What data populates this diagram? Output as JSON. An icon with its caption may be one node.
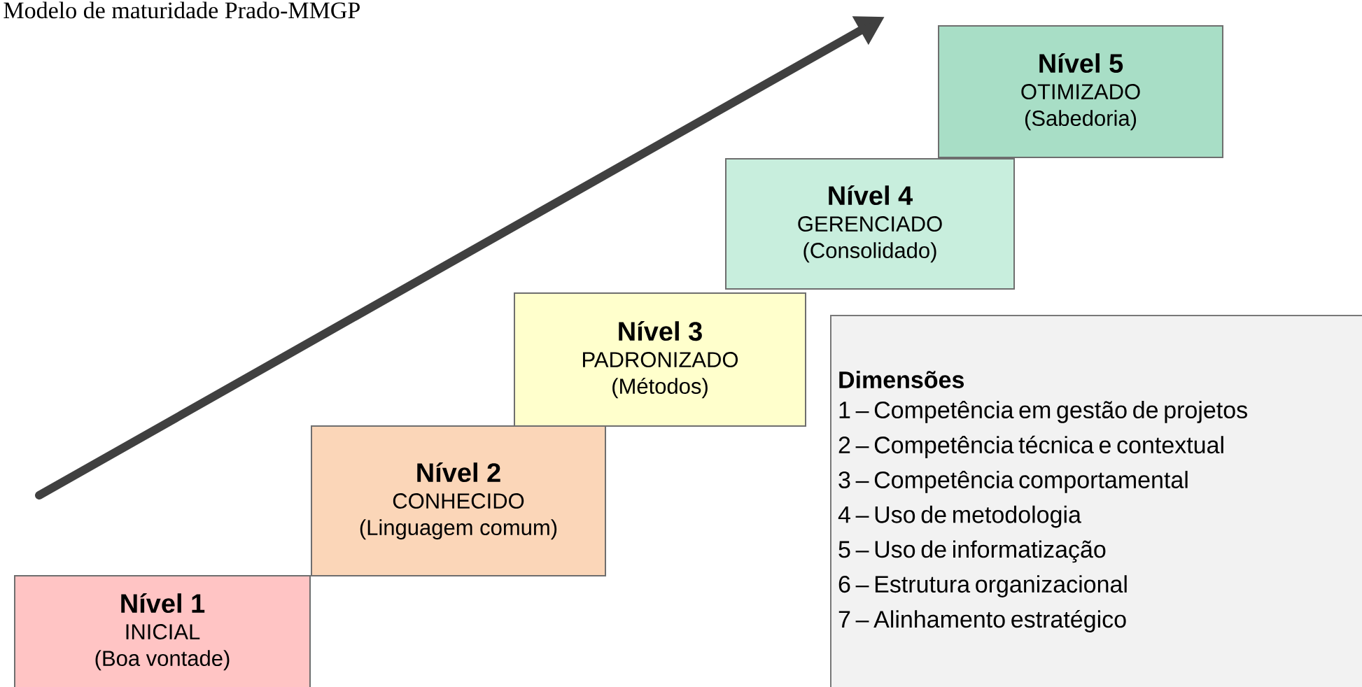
{
  "diagram": {
    "title": "Modelo de maturidade Prado-MMGP",
    "nodes": [
      {
        "text": [
          "Nível 1",
          "INICIAL",
          "(Boa vontade)"
        ]
      },
      {
        "text": [
          "Nível 2",
          "CONHECIDO",
          "(Linguagem comum)"
        ]
      },
      {
        "text": [
          "Nível 3",
          "PADRONIZADO",
          "(Métodos)"
        ]
      },
      {
        "text": [
          "Nível 4",
          "GERENCIADO",
          "(Consolidado)"
        ]
      },
      {
        "text": [
          "Nível 5",
          "OTIMIZADO",
          "(Sabedoria)"
        ]
      },
      {
        "text": [
          "Dimensões",
          "1 – Competência em gestão de projetos",
          "2 – Competência técnica e contextual",
          "3 – Competência comportamental",
          "4 – Uso de metodologia",
          "5 – Uso de informatização",
          "6 – Estrutura organizacional",
          "7 – Alinhamento estratégico"
        ]
      }
    ]
  }
}
